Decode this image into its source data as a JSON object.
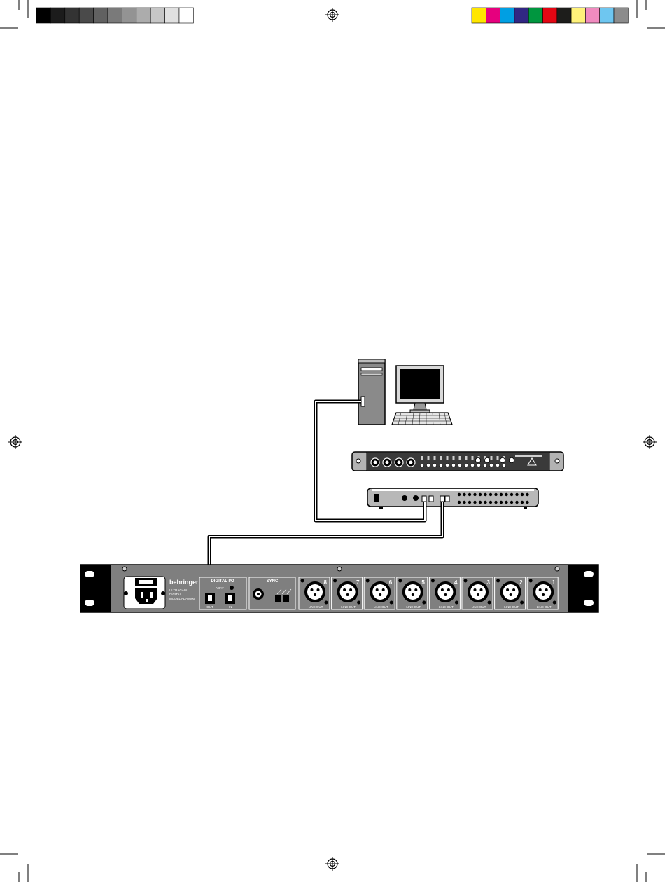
{
  "print_marks": {
    "gray_swatches": [
      "#000000",
      "#1c1c1c",
      "#333333",
      "#4a4a4a",
      "#616161",
      "#7a7a7a",
      "#939393",
      "#acacac",
      "#c6c6c6",
      "#e0e0e0",
      "#ffffff"
    ],
    "color_swatches": [
      "#ffe600",
      "#e6007e",
      "#009fe3",
      "#312783",
      "#00963f",
      "#e30613",
      "#1d1d1b",
      "#fff27a",
      "#f08bbf",
      "#6ec6f0",
      "#8c8c8c"
    ]
  },
  "rear_panel": {
    "brand": "behringer",
    "model_lines": [
      "ULTRAGAIN",
      "DIGITAL",
      "MODEL ADA8000"
    ],
    "digital_io_title": "DIGITAL I/O",
    "adat_label": "ADAT",
    "out_label": "OUT",
    "in_label": "IN",
    "sync_title": "SYNC",
    "line_out_label": "LINE OUT",
    "channels": [
      "8",
      "7",
      "6",
      "5",
      "4",
      "3",
      "2",
      "1"
    ]
  }
}
